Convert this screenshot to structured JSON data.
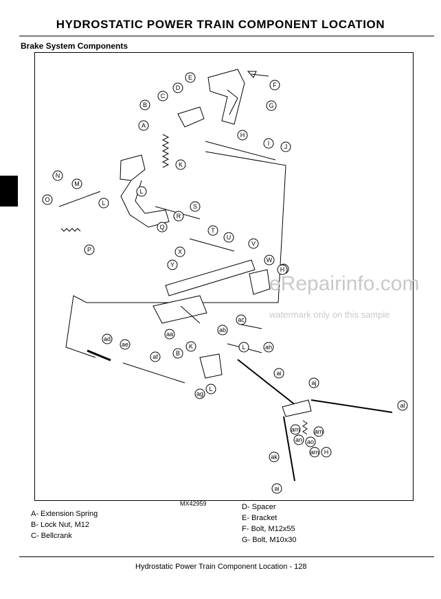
{
  "header": {
    "title": "HYDROSTATIC POWER TRAIN   COMPONENT LOCATION"
  },
  "section": {
    "title": "Brake System Components"
  },
  "figure": {
    "code": "MX42959"
  },
  "callouts": [
    "A",
    "B",
    "C",
    "D",
    "E",
    "F",
    "G",
    "H",
    "I",
    "J",
    "K",
    "L",
    "M",
    "N",
    "O",
    "P",
    "Q",
    "R",
    "S",
    "T",
    "U",
    "V",
    "W",
    "X",
    "Y",
    "Z",
    "aa",
    "ab",
    "ac",
    "ad",
    "ae",
    "af",
    "ag",
    "ah",
    "ai",
    "aj",
    "ak",
    "al",
    "am",
    "an",
    "ao"
  ],
  "legend_left": [
    "A- Extension Spring",
    "B- Lock Nut, M12",
    "C- Bellcrank"
  ],
  "legend_right": [
    "D- Spacer",
    "E- Bracket",
    "F- Bolt, M12x55",
    "G- Bolt, M10x30"
  ],
  "footer": {
    "text": "Hydrostatic Power Train   Component Location  - 128"
  },
  "watermark": {
    "main": "eRepairinfo.com",
    "sub": "watermark only on this sample"
  }
}
